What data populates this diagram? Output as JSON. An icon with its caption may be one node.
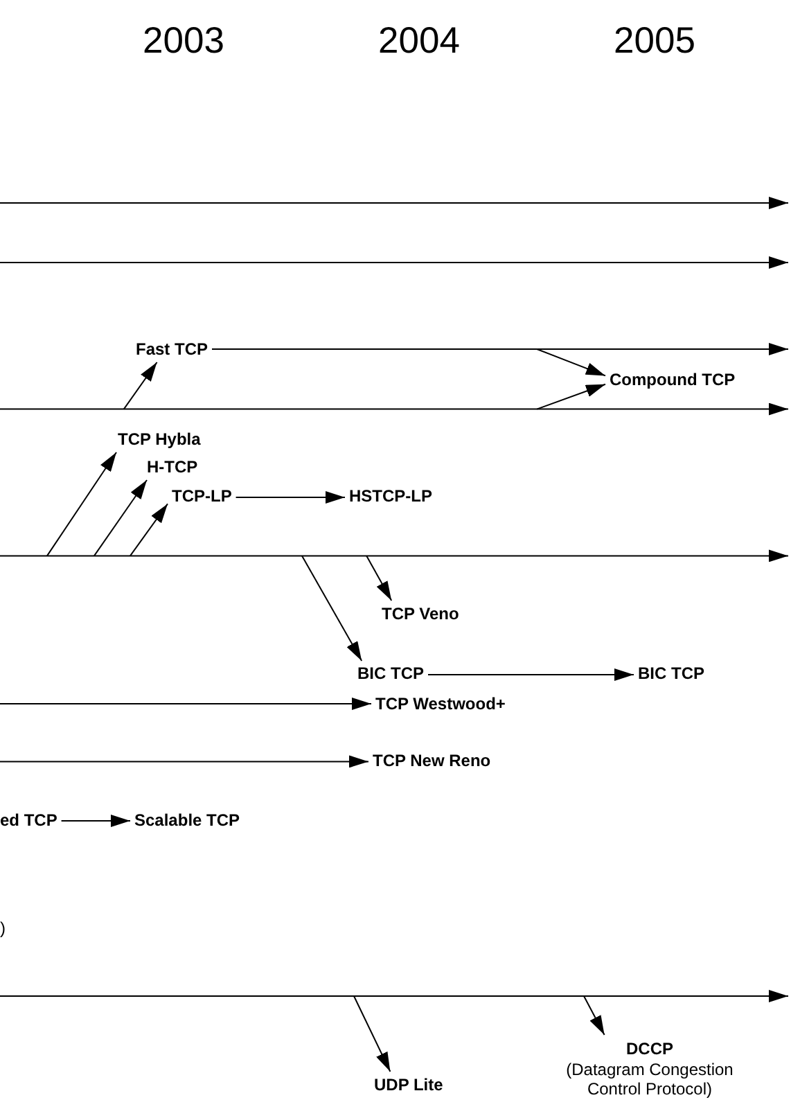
{
  "diagram": {
    "nodes": [
      {
        "text": [],
        "shape": "arrow"
      },
      {
        "text": [],
        "shape": "arrow"
      },
      {
        "text": [
          "Fast TCP"
        ]
      },
      {
        "text": [
          "Compound TCP"
        ]
      },
      {
        "text": [],
        "shape": "arrow"
      },
      {
        "text": [
          "TCP Hybla"
        ]
      },
      {
        "text": [
          "H-TCP"
        ]
      },
      {
        "text": [
          "TCP-LP"
        ]
      },
      {
        "text": [
          "HSTCP-LP"
        ]
      },
      {
        "text": [],
        "shape": "arrow"
      },
      {
        "text": [
          "TCP Veno"
        ]
      },
      {
        "text": [
          "BIC TCP"
        ]
      },
      {
        "text": [
          "BIC TCP"
        ]
      },
      {
        "text": [
          "TCP Westwood+"
        ]
      },
      {
        "text": [
          "TCP New Reno"
        ]
      },
      {
        "text": [
          "ed TCP"
        ]
      },
      {
        "text": [
          "Scalable TCP"
        ]
      },
      {
        "text": [],
        "shape": "arrow"
      },
      {
        "text": [
          "UDP Lite"
        ]
      },
      {
        "text": [
          "DCCP",
          "(Datagram Congestion Control Protocol)"
        ]
      }
    ],
    "edges": [
      {
        "from": 2,
        "to": null,
        "arrow": "to"
      },
      {
        "from": 2,
        "to": 3,
        "arrow": "to"
      },
      {
        "from": 4,
        "to": 3,
        "arrow": "to"
      },
      {
        "from": 4,
        "to": 2,
        "arrow": "to"
      },
      {
        "from": 9,
        "to": 5,
        "arrow": "to"
      },
      {
        "from": 9,
        "to": 6,
        "arrow": "to"
      },
      {
        "from": 9,
        "to": 7,
        "arrow": "to"
      },
      {
        "from": 7,
        "to": 8,
        "arrow": "to"
      },
      {
        "from": 9,
        "to": 10,
        "arrow": "to"
      },
      {
        "from": 9,
        "to": 11,
        "arrow": "to"
      },
      {
        "from": 11,
        "to": 12,
        "arrow": "to"
      },
      {
        "from": null,
        "to": 13,
        "arrow": "to"
      },
      {
        "from": null,
        "to": 14,
        "arrow": "to"
      },
      {
        "from": 15,
        "to": 16,
        "arrow": "to"
      },
      {
        "from": 17,
        "to": 18,
        "arrow": "to"
      },
      {
        "from": 17,
        "to": 19,
        "arrow": "to"
      }
    ],
    "labels": [
      "2003",
      "2004",
      "2005",
      ")"
    ]
  }
}
